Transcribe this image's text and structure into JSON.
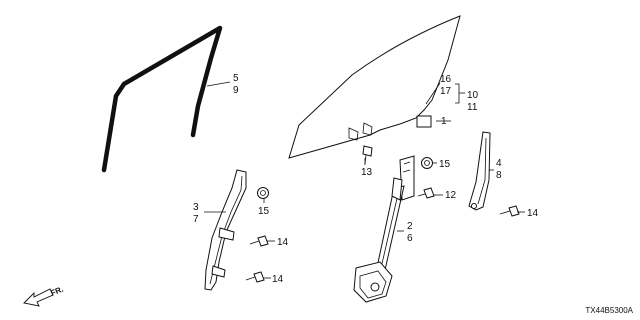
{
  "callouts": [
    {
      "id": "5",
      "text": "5"
    },
    {
      "id": "9",
      "text": "9"
    },
    {
      "id": "16",
      "text": "16"
    },
    {
      "id": "17",
      "text": "17"
    },
    {
      "id": "10",
      "text": "10"
    },
    {
      "id": "11",
      "text": "11"
    },
    {
      "id": "1",
      "text": "1"
    },
    {
      "id": "13",
      "text": "13"
    },
    {
      "id": "15a",
      "text": "15"
    },
    {
      "id": "12",
      "text": "12"
    },
    {
      "id": "4",
      "text": "4"
    },
    {
      "id": "8",
      "text": "8"
    },
    {
      "id": "14a",
      "text": "14"
    },
    {
      "id": "3",
      "text": "3"
    },
    {
      "id": "7",
      "text": "7"
    },
    {
      "id": "15b",
      "text": "15"
    },
    {
      "id": "14b",
      "text": "14"
    },
    {
      "id": "14c",
      "text": "14"
    },
    {
      "id": "2",
      "text": "2"
    },
    {
      "id": "6",
      "text": "6"
    }
  ],
  "direction": {
    "label": "FR.",
    "icon": "front-direction-arrow-icon"
  },
  "diagram_code": "TX44B5300A"
}
